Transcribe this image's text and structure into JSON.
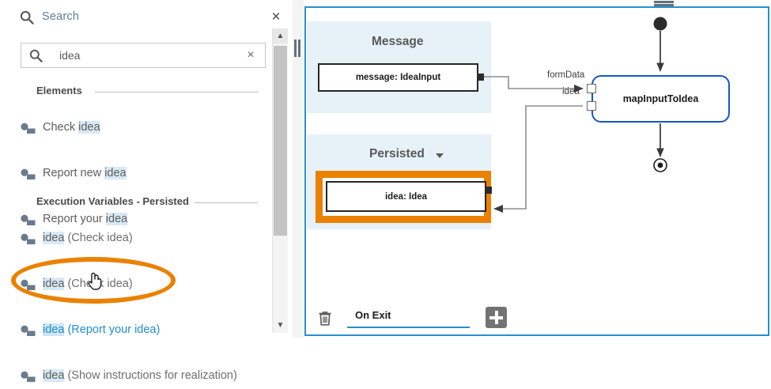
{
  "search_panel": {
    "header": {
      "title": "Search",
      "search_icon": "search-icon",
      "close_icon": "×"
    },
    "search_input": {
      "value": "idea",
      "placeholder": "Search",
      "icon": "search-icon",
      "clear_icon": "×"
    },
    "groups": [
      {
        "title": "Elements",
        "items": [
          {
            "icon": "user-task-icon",
            "prefix": "Check ",
            "match": "idea",
            "suffix": ""
          },
          {
            "icon": "user-task-icon",
            "prefix": "Report new ",
            "match": "idea",
            "suffix": ""
          },
          {
            "icon": "user-task-icon",
            "prefix": "Report your ",
            "match": "idea",
            "suffix": ""
          }
        ]
      },
      {
        "title": "Execution Variables - Persisted",
        "items": [
          {
            "icon": "user-task-icon",
            "prefix": "",
            "match": "idea",
            "suffix": " (Check idea)"
          },
          {
            "icon": "user-task-icon",
            "prefix": "",
            "match": "idea",
            "suffix": " (Check idea)"
          },
          {
            "icon": "user-task-icon",
            "prefix": "",
            "match": "idea",
            "suffix": " (Report your idea)"
          },
          {
            "icon": "user-task-icon",
            "prefix": "",
            "match": "idea",
            "suffix": " (Show instructions for realization)"
          }
        ]
      }
    ],
    "scrollbar": {
      "up_icon": "chevron-up-icon",
      "down_icon": "chevron-down-icon"
    }
  },
  "diagram_panel": {
    "bands": [
      {
        "title": "Message",
        "has_caret": false
      },
      {
        "title": "Persisted",
        "has_caret": true
      }
    ],
    "pins": [
      {
        "label": "message: IdeaInput"
      },
      {
        "label": "idea: Idea"
      }
    ],
    "node": {
      "label": "mapInputToIdea"
    },
    "edge_labels": [
      "formData",
      "idea"
    ],
    "start_node": "start-node",
    "end_node": "end-node",
    "bottom_bar": {
      "trash_icon": "trash-icon",
      "tab_label": "On Exit",
      "add_icon": "plus-icon"
    }
  },
  "annotations": {
    "ellipse_color": "#ea8100",
    "frame_color": "#ea8100",
    "highlight_color": "#d7e9f4",
    "node_color": "#1557c0",
    "accent_blue": "#2a8fcd",
    "cursor": "pointer-hand-cursor"
  }
}
